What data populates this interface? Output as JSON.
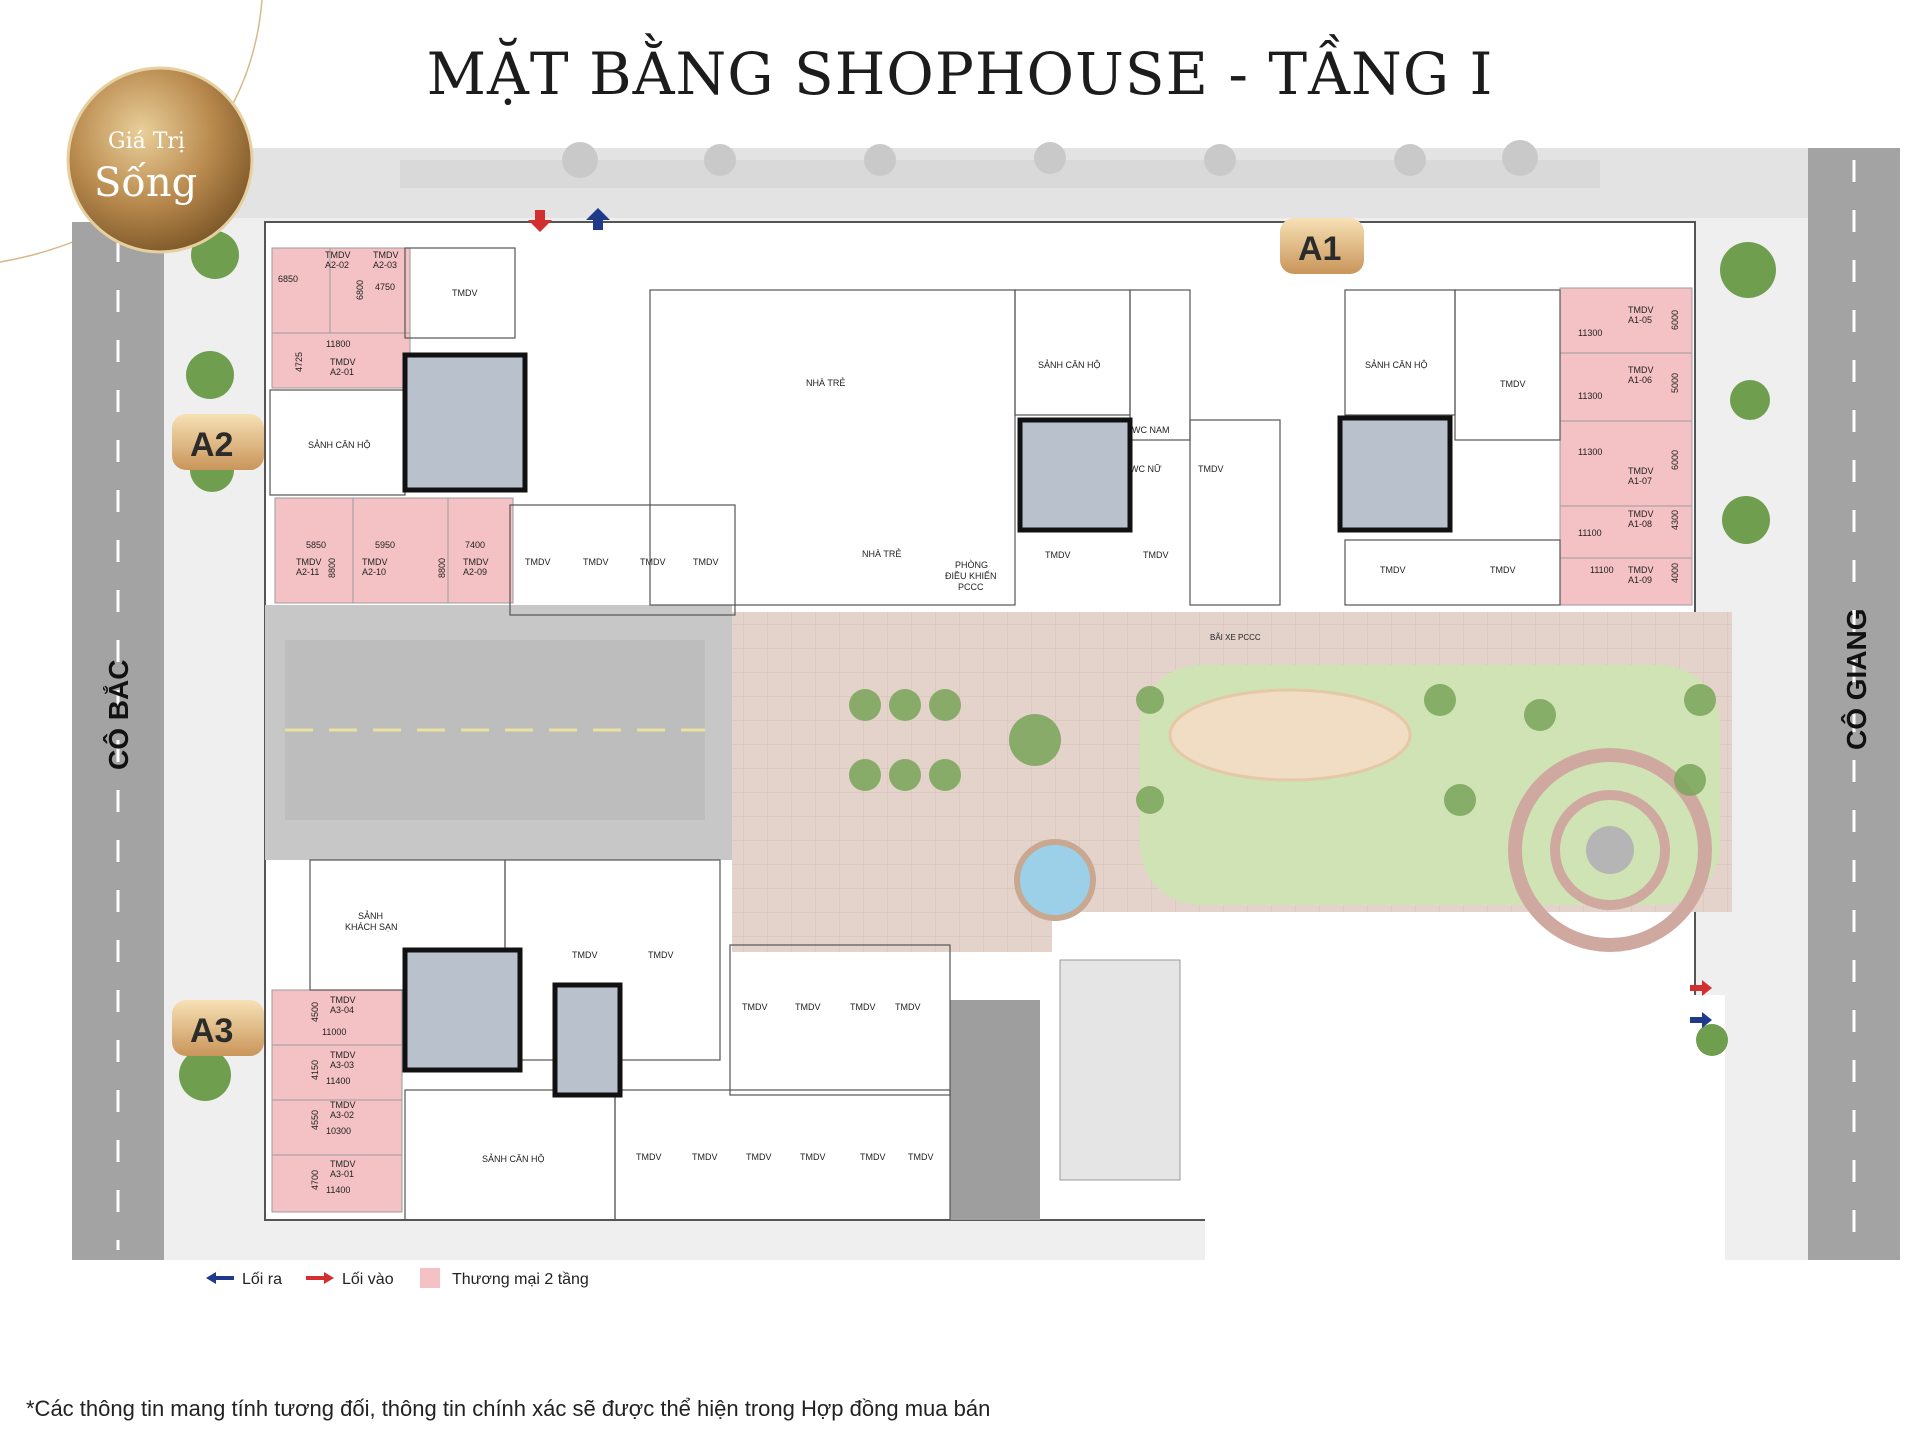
{
  "title": "MẶT BẰNG SHOPHOUSE - TẦNG I",
  "badge": {
    "line1": "Giá Trị",
    "line2": "Sống"
  },
  "streets": {
    "left": "CÔ BẮC",
    "right": "CÔ GIANG"
  },
  "blocks": {
    "a1": "A1",
    "a2": "A2",
    "a3": "A3"
  },
  "labels": {
    "tmdv": "TMDV",
    "sanh_can_ho": "SẢNH CĂN HỘ",
    "nha_tre": "NHÀ TRẺ",
    "sanh_khach_san": [
      "SẢNH",
      "KHÁCH SẠN"
    ],
    "wc_nam": "WC NAM",
    "wc_nu": "WC NỮ",
    "phong_pccc": [
      "PHÒNG",
      "ĐIỀU KHIỂN",
      "PCCC"
    ],
    "bai_xe": "BÃI XE PCCC"
  },
  "units": {
    "A2_02": "A2-02",
    "A2_03": "A2-03",
    "A2_01": "A2-01",
    "A2_11": "A2-11",
    "A2_10": "A2-10",
    "A2_09": "A2-09",
    "A1_05": "A1-05",
    "A1_06": "A1-06",
    "A1_07": "A1-07",
    "A1_08": "A1-08",
    "A1_09": "A1-09",
    "A3_04": "A3-04",
    "A3_03": "A3-03",
    "A3_02": "A3-02",
    "A3_01": "A3-01"
  },
  "dims": {
    "d6850": "6850",
    "d6800": "6800",
    "d4750": "4750",
    "d11800": "11800",
    "d4725": "4725",
    "d5850": "5850",
    "d5950": "5950",
    "d7400": "7400",
    "d8800": "8800",
    "d11300": "11300",
    "d6000": "6000",
    "d5000": "5000",
    "d11100": "11100",
    "d4300": "4300",
    "d4000": "4000",
    "d4500": "4500",
    "d11000": "11000",
    "d4150": "4150",
    "d11400": "11400",
    "d4550": "4550",
    "d10300": "10300",
    "d4700": "4700"
  },
  "legend": {
    "exit": "Lối ra",
    "entry": "Lối vào",
    "commercial": "Thương mại 2 tầng"
  },
  "colors": {
    "commercial": "#f4c2c4",
    "road": "#9e9e9e",
    "gold": "#b98a4e",
    "exit": "#1f3a8a",
    "entry": "#d32f2f",
    "garden": "#cfe3b4",
    "paving": "#e2cfc8"
  },
  "disclaimer": "*Các thông tin mang tính tương đối, thông tin chính xác sẽ được thể hiện trong Hợp đồng mua bán"
}
